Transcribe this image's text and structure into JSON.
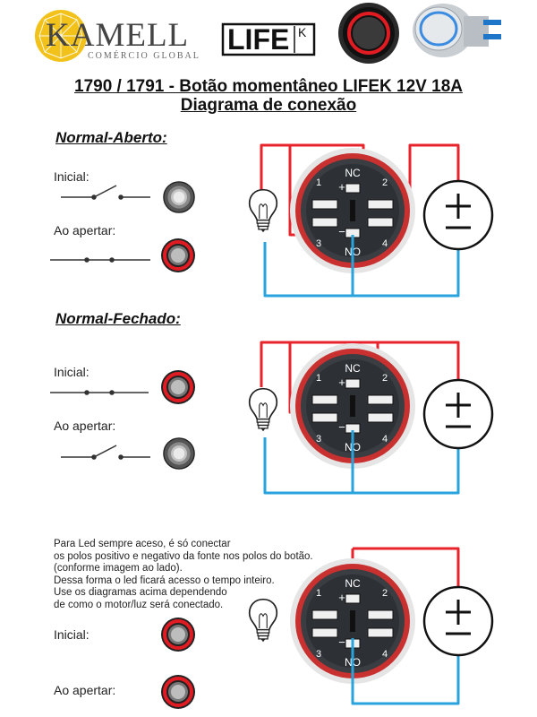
{
  "header": {
    "brand": "KAMELL",
    "brand_tagline": "COMÉRCIO GLOBAL",
    "life_logo": "LIFE",
    "life_logo_suffix": "K"
  },
  "title": {
    "line1": "1790 / 1791 - Botão momentâneo LIFEK 12V 18A",
    "line2": "Diagrama de conexão"
  },
  "sections": [
    {
      "heading": "Normal-Aberto:",
      "initial_label": "Inicial:",
      "press_label": "Ao apertar:"
    },
    {
      "heading": "Normal-Fechado:",
      "initial_label": "Inicial:",
      "press_label": "Ao apertar:"
    },
    {
      "initial_label": "Inicial:",
      "press_label": "Ao apertar:"
    }
  ],
  "note": [
    "Para Led sempre aceso, é só conectar",
    "os polos positivo e negativo da fonte nos polos do botão.",
    "(conforme imagem ao lado).",
    "Dessa forma o led ficará acesso o tempo inteiro.",
    "Use os diagramas acima dependendo",
    "de como o motor/luz será conectado."
  ],
  "connector": {
    "nc": "NC",
    "no": "NO",
    "plus": "+",
    "minus": "−",
    "pin1": "1",
    "pin2": "2",
    "pin3": "3",
    "pin4": "4"
  },
  "battery": {
    "plus": "+",
    "minus": "−"
  },
  "colors": {
    "red_wire": "#e8232b",
    "blue_wire": "#29a3dc",
    "logo_yellow": "#f2c21b",
    "led_red": "#e11b22"
  }
}
